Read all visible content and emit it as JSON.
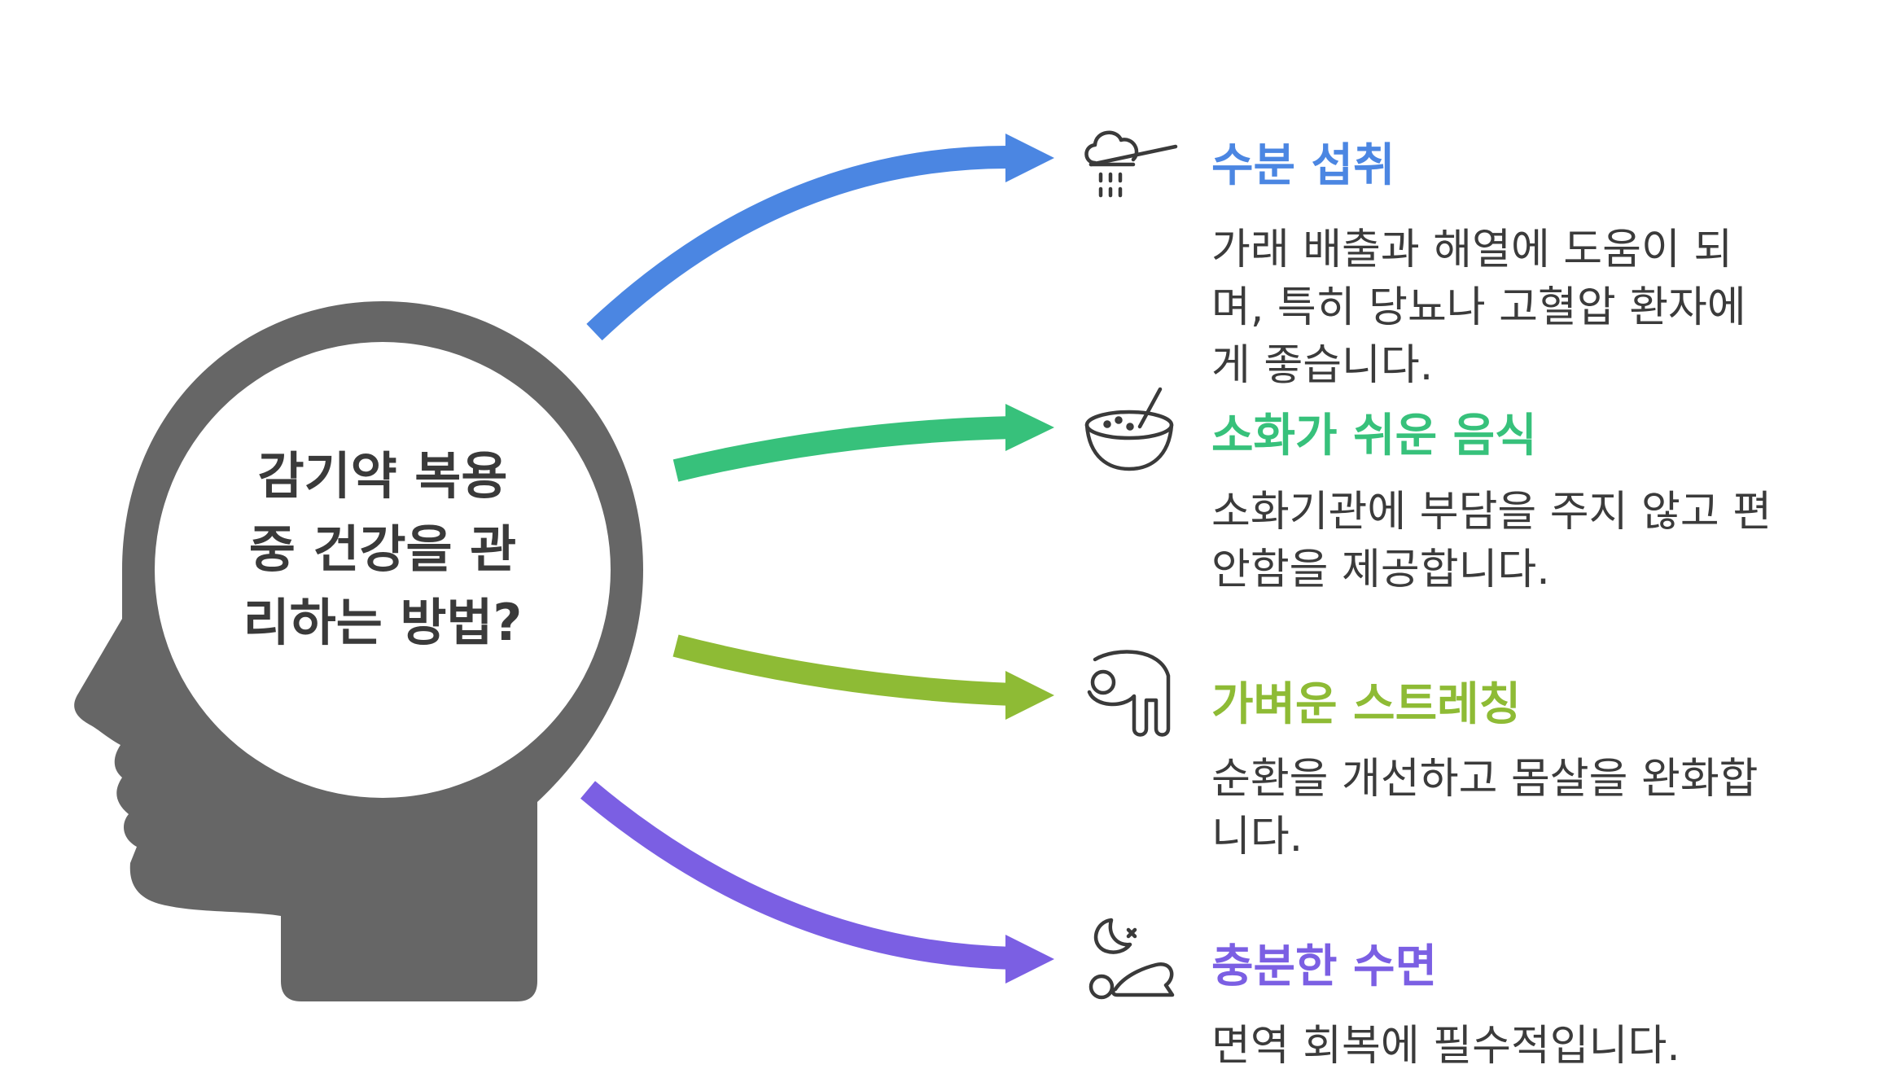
{
  "center": {
    "lines": [
      "감기약 복용",
      "중 건강을 관",
      "리하는 방법?"
    ]
  },
  "items": [
    {
      "icon": "water-tap-icon",
      "title": "수분 섭취",
      "color": "#4b86e2",
      "desc_lines": [
        "가래 배출과 해열에 도움이 되",
        "며, 특히 당뇨나 고혈압 환자에",
        "게 좋습니다."
      ]
    },
    {
      "icon": "soup-bowl-icon",
      "title": "소화가 쉬운 음식",
      "color": "#37c17b",
      "desc_lines": [
        "소화기관에 부담을 주지 않고 편",
        "안함을 제공합니다."
      ]
    },
    {
      "icon": "stretching-icon",
      "title": "가벼운 스트레칭",
      "color": "#8ebb35",
      "desc_lines": [
        "순환을 개선하고 몸살을 완화합",
        "니다."
      ]
    },
    {
      "icon": "sleep-icon",
      "title": "충분한 수면",
      "color": "#7b5fe3",
      "desc_lines": [
        "면역 회복에 필수적입니다."
      ]
    }
  ],
  "colors": {
    "head": "#666666",
    "icon_stroke": "#3a3a3a"
  }
}
